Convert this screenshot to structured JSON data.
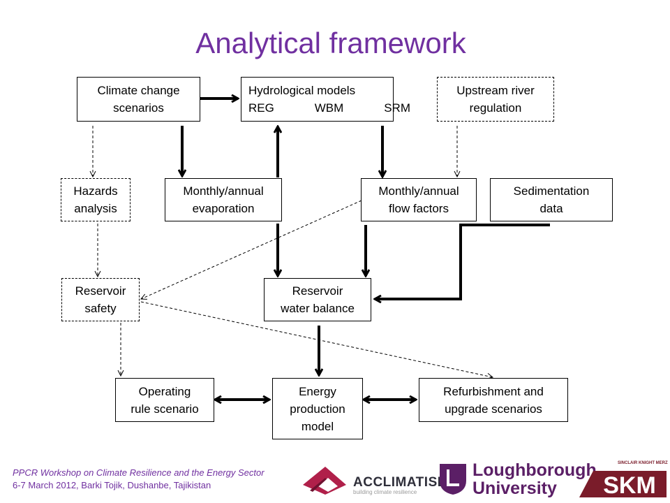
{
  "title": "Analytical framework",
  "boxes": {
    "climate": [
      "Climate change",
      "scenarios"
    ],
    "hydro": {
      "heading": "Hydrological models",
      "models": [
        "REG",
        "WBM",
        "SRM"
      ]
    },
    "upstream": [
      "Upstream river",
      "regulation"
    ],
    "hazards": [
      "Hazards",
      "analysis"
    ],
    "evaporation": [
      "Monthly/annual",
      "evaporation"
    ],
    "flow": [
      "Monthly/annual",
      "flow factors"
    ],
    "sedimentation": [
      "Sedimentation",
      "data"
    ],
    "safety": [
      "Reservoir",
      "safety"
    ],
    "balance": [
      "Reservoir",
      "water balance"
    ],
    "operating": [
      "Operating",
      "rule scenario"
    ],
    "energy": [
      "Energy",
      "production",
      "model"
    ],
    "refurb": [
      "Refurbishment and",
      "upgrade scenarios"
    ]
  },
  "footer": {
    "line1": "PPCR Workshop on Climate Resilience and the Energy Sector",
    "line2": "6-7 March 2012, Barki Tojik, Dushanbe, Tajikistan"
  },
  "logos": {
    "acclimatise_name": "ACCLIMATISE",
    "acclimatise_tagline": "building climate resilience",
    "lboro_line1": "Loughborough",
    "lboro_line2": "University",
    "skm_text": "SKM",
    "skm_small": "SINCLAIR KNIGHT MERZ"
  },
  "colors": {
    "title": "#7030A0",
    "footer": "#7030A0",
    "acclimatise_red": "#b0204a",
    "lboro_purple": "#5b1f66",
    "skm_red": "#7a1c2a"
  }
}
